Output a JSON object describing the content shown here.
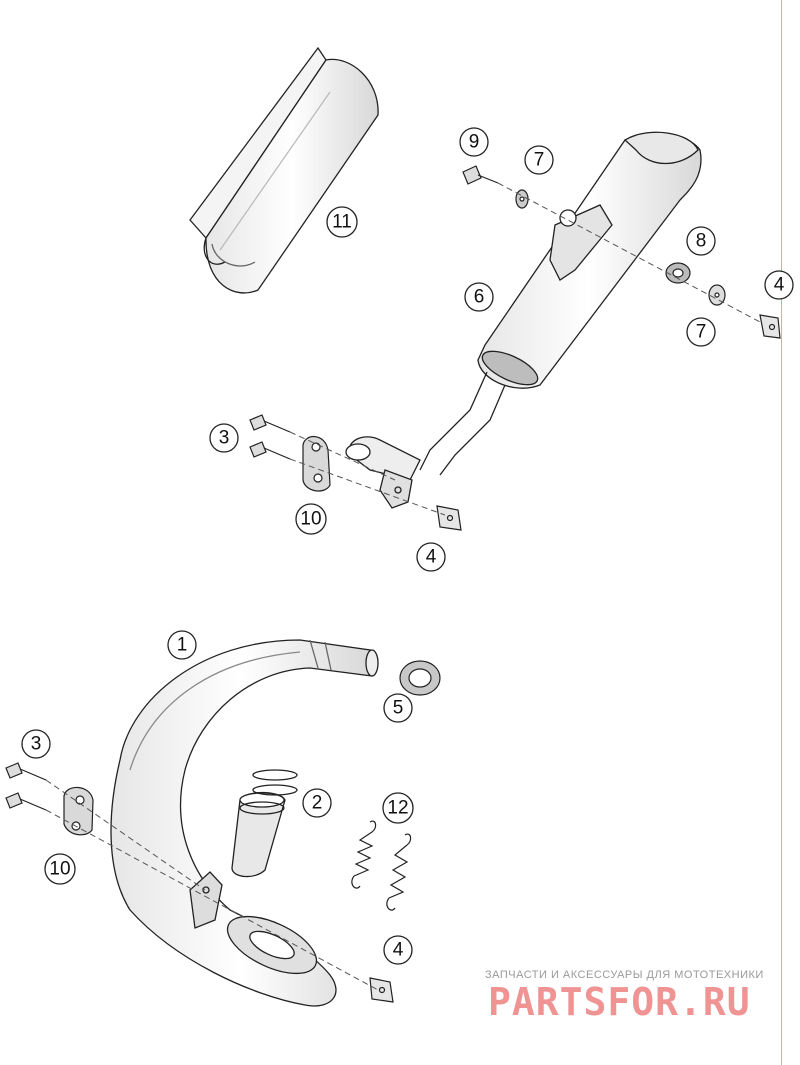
{
  "diagram": {
    "callouts": [
      {
        "id": "c9",
        "label": "9"
      },
      {
        "id": "c7a",
        "label": "7"
      },
      {
        "id": "c11",
        "label": "11"
      },
      {
        "id": "c8",
        "label": "8"
      },
      {
        "id": "c4a",
        "label": "4"
      },
      {
        "id": "c6",
        "label": "6"
      },
      {
        "id": "c7b",
        "label": "7"
      },
      {
        "id": "c3a",
        "label": "3"
      },
      {
        "id": "c10a",
        "label": "10"
      },
      {
        "id": "c4b",
        "label": "4"
      },
      {
        "id": "c1",
        "label": "1"
      },
      {
        "id": "c5",
        "label": "5"
      },
      {
        "id": "c3b",
        "label": "3"
      },
      {
        "id": "c2",
        "label": "2"
      },
      {
        "id": "c12",
        "label": "12"
      },
      {
        "id": "c10b",
        "label": "10"
      },
      {
        "id": "c4c",
        "label": "4"
      }
    ]
  },
  "watermark": {
    "subtitle": "ЗАПЧАСТИ И АКСЕССУАРЫ ДЛЯ МОТОТЕХНИКИ",
    "logo_text": "PARTSFOR.RU"
  },
  "colors": {
    "line": "#222222",
    "shade": "#cfcfcf",
    "watermark_red": "#e23b3b"
  }
}
